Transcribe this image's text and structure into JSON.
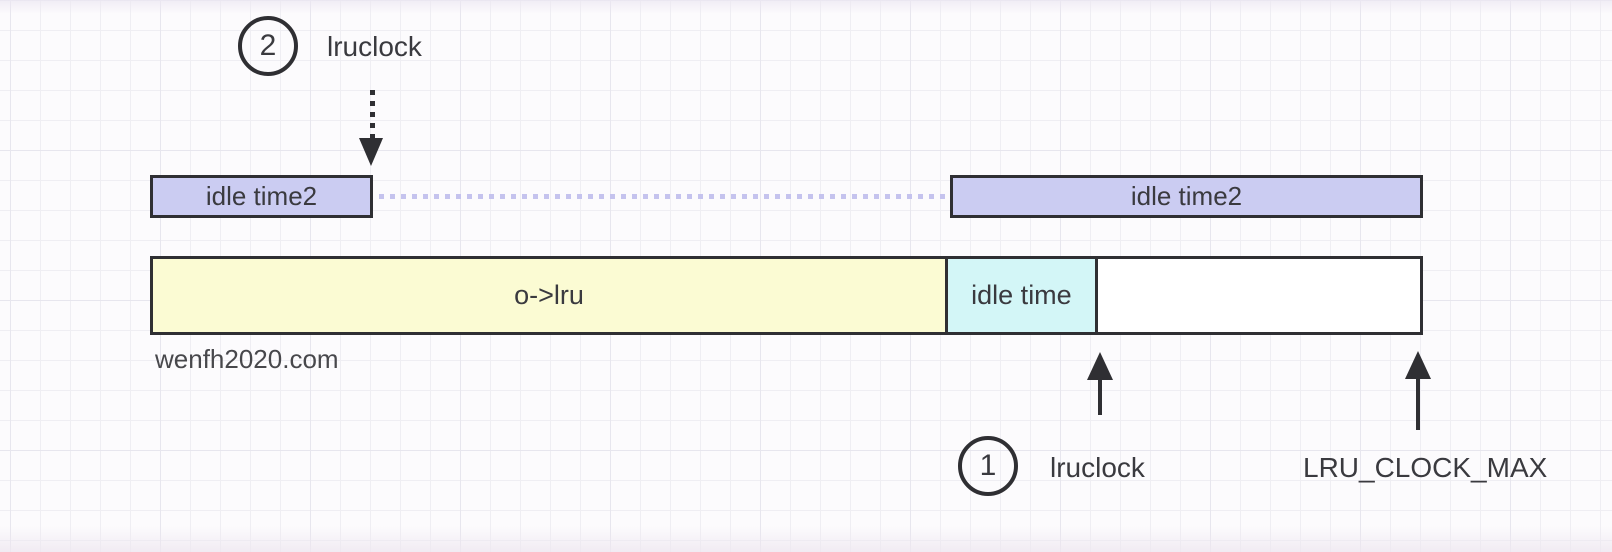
{
  "diagram": {
    "watermark": "wenfh2020.com",
    "step2": {
      "number": "2",
      "label": "lruclock"
    },
    "step1": {
      "number": "1",
      "label": "lruclock"
    },
    "max_label": "LRU_CLOCK_MAX",
    "idle_time2": {
      "left_label": "idle time2",
      "right_label": "idle time2"
    },
    "bar_segments": {
      "lru": "o->lru",
      "idle": "idle time",
      "rest": ""
    },
    "colors": {
      "idle_time2_fill": "#cbccf2",
      "lru_fill": "#fbfbd3",
      "idle_fill": "#d3f6f7",
      "rest_fill": "#ffffff",
      "shape_border": "#2f2f33",
      "dotted_connector": "#c5c3ee",
      "text": "#3a3a3f",
      "grid_line": "#efeef3"
    }
  }
}
